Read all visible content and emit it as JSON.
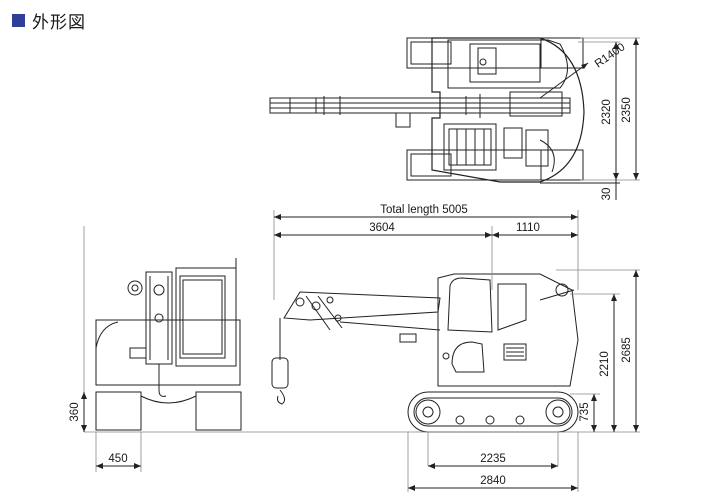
{
  "title": "外形図",
  "dims": {
    "radius": "R1400",
    "width_2320": "2320",
    "width_2350": "2350",
    "dim_30": "30",
    "total_length": "Total length 5005",
    "front_3604": "3604",
    "rear_1110": "1110",
    "height_2210": "2210",
    "height_2685": "2685",
    "track_735": "735",
    "wheelbase_2235": "2235",
    "track_length_2840": "2840",
    "clearance_360": "360",
    "shoe_450": "450"
  }
}
